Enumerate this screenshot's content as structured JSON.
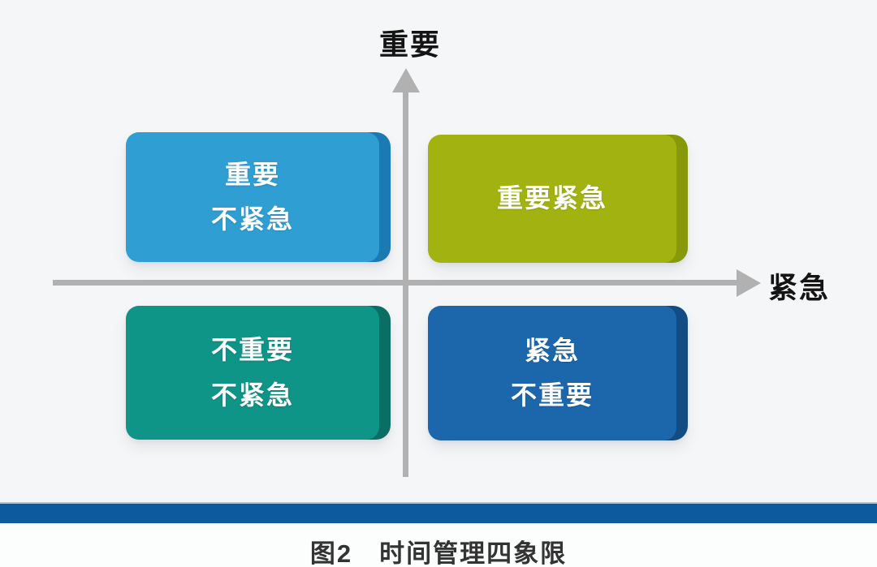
{
  "diagram": {
    "caption": "图2　时间管理四象限",
    "axes": {
      "y_label": "重要",
      "x_label": "紧急",
      "axis_color": "#b1b1b1"
    },
    "quadrants": {
      "top_left": {
        "lines": [
          "重要",
          "不紧急"
        ],
        "face_color": "#2e9ed3",
        "edge_color": "#1c7ab2"
      },
      "top_right": {
        "lines": [
          "重要紧急"
        ],
        "face_color": "#a2b311",
        "edge_color": "#87990a"
      },
      "bottom_left": {
        "lines": [
          "不重要",
          "不紧急"
        ],
        "face_color": "#0f9488",
        "edge_color": "#0a6e65"
      },
      "bottom_right": {
        "lines": [
          "紧急",
          "不重要"
        ],
        "face_color": "#1c66ac",
        "edge_color": "#124c83"
      }
    },
    "text_color_on_boxes": "#ffffff",
    "footer_bar_color": "#0d5a9e",
    "background_color": "#f5f6f7"
  }
}
